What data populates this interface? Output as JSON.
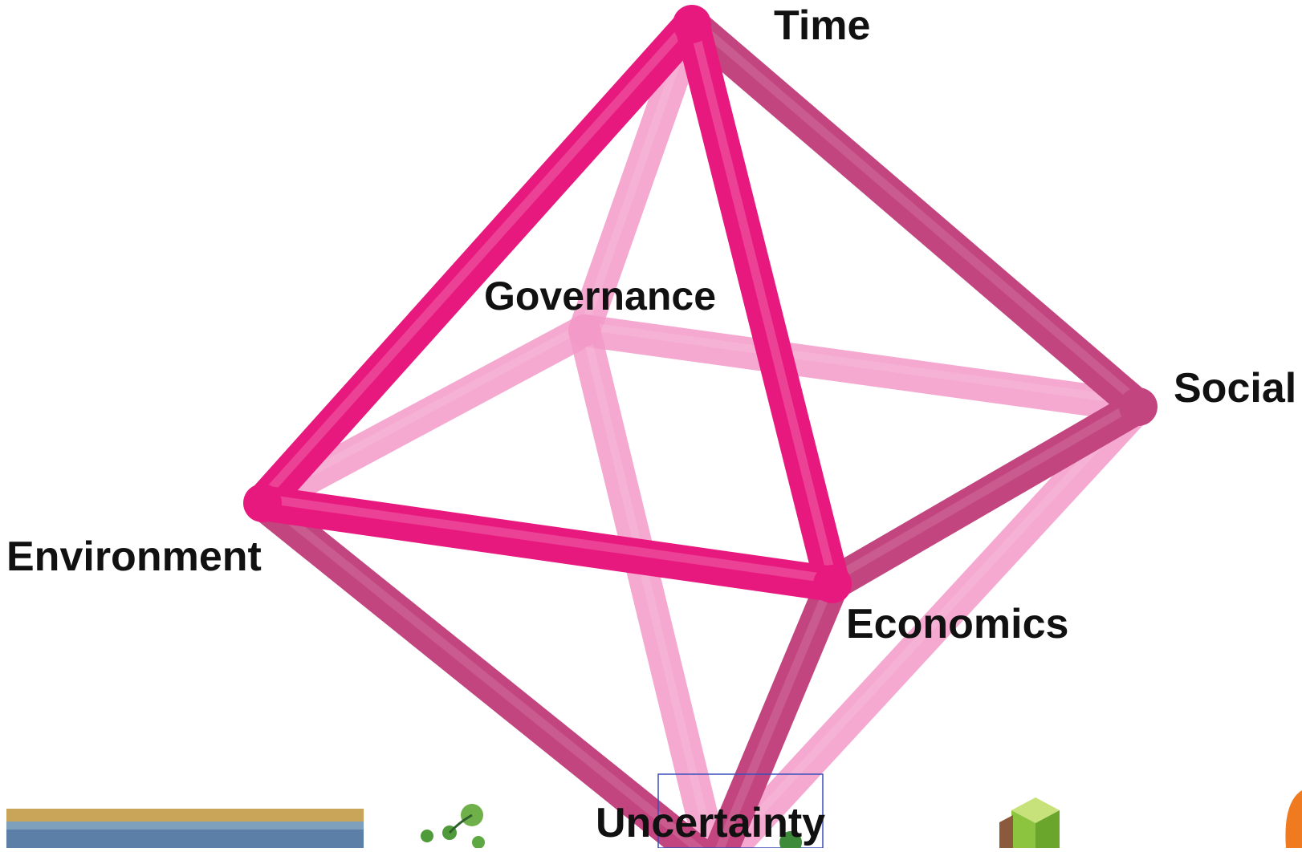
{
  "diagram": {
    "shape": "octahedron",
    "edge_color_front": "#E8197E",
    "edge_color_side": "#C2457F",
    "edge_color_back": "#F49AC8",
    "vertices": {
      "time": "Time",
      "governance": "Governance",
      "social": "Social",
      "environment": "Environment",
      "economics": "Economics",
      "uncertainty": "Uncertainty"
    },
    "edges": [
      [
        "time",
        "environment"
      ],
      [
        "time",
        "economics"
      ],
      [
        "time",
        "social"
      ],
      [
        "time",
        "governance"
      ],
      [
        "environment",
        "economics"
      ],
      [
        "economics",
        "social"
      ],
      [
        "governance",
        "environment"
      ],
      [
        "governance",
        "social"
      ],
      [
        "environment",
        "uncertainty"
      ],
      [
        "economics",
        "uncertainty"
      ],
      [
        "social",
        "uncertainty"
      ],
      [
        "governance",
        "uncertainty"
      ]
    ]
  },
  "footer": {
    "thumbnails": [
      "water-landscape-thumbnail",
      "tree-sprout-thumbnail",
      "highlighted-thumbnail",
      "green-cube-thumbnail",
      "orange-shape-thumbnail"
    ]
  }
}
